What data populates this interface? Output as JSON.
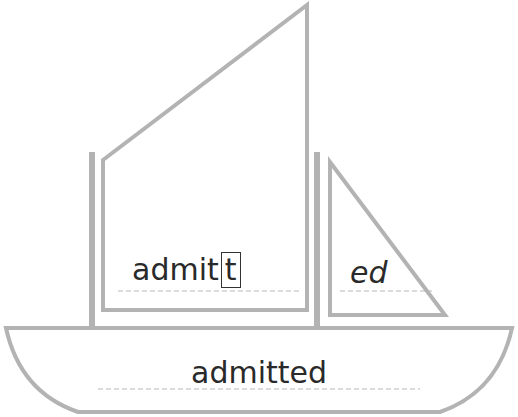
{
  "diagram": {
    "nodes": [
      {
        "text": [
          "admit"
        ]
      },
      {
        "text": [
          "t"
        ],
        "in": 0
      },
      {
        "text": [
          "ed"
        ]
      },
      {
        "text": [
          "admitted"
        ]
      }
    ]
  }
}
